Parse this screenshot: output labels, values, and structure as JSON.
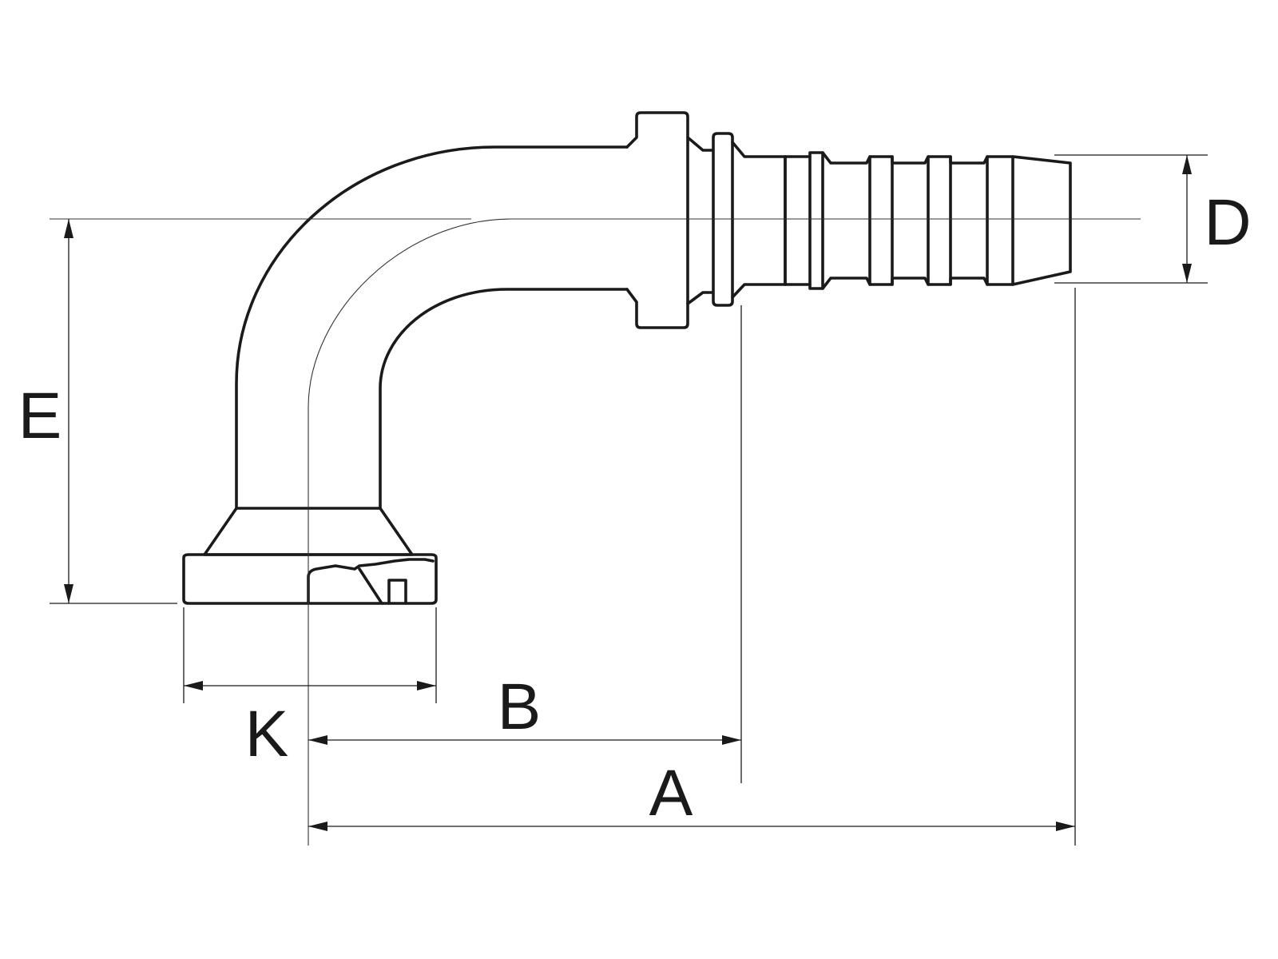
{
  "dimensions": {
    "A": "A",
    "B": "B",
    "D": "D",
    "E": "E",
    "K": "K"
  }
}
